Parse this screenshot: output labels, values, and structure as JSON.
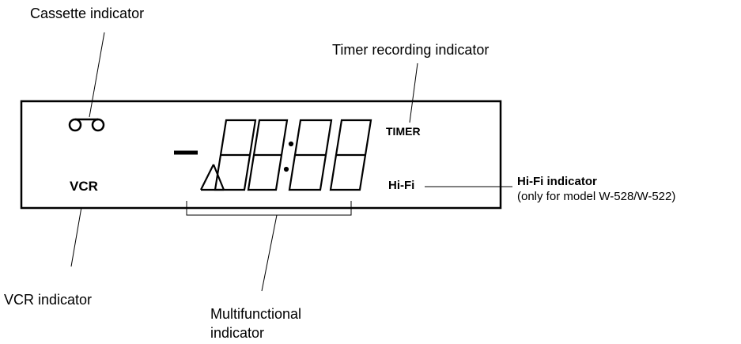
{
  "labels": {
    "cassette": "Cassette indicator",
    "timer_recording": "Timer recording indicator",
    "hifi_title": "Hi-Fi  indicator",
    "hifi_note": "(only for model W-528/W-522)",
    "vcr": "VCR indicator",
    "multifunctional_line1": "Multifunctional",
    "multifunctional_line2": "indicator"
  },
  "panel": {
    "timer_text": "TIMER",
    "hifi_text": "Hi-Fi",
    "vcr_text": "VCR"
  },
  "icons": {
    "cassette": "cassette-reels-icon",
    "display": "seven-segment-display"
  }
}
